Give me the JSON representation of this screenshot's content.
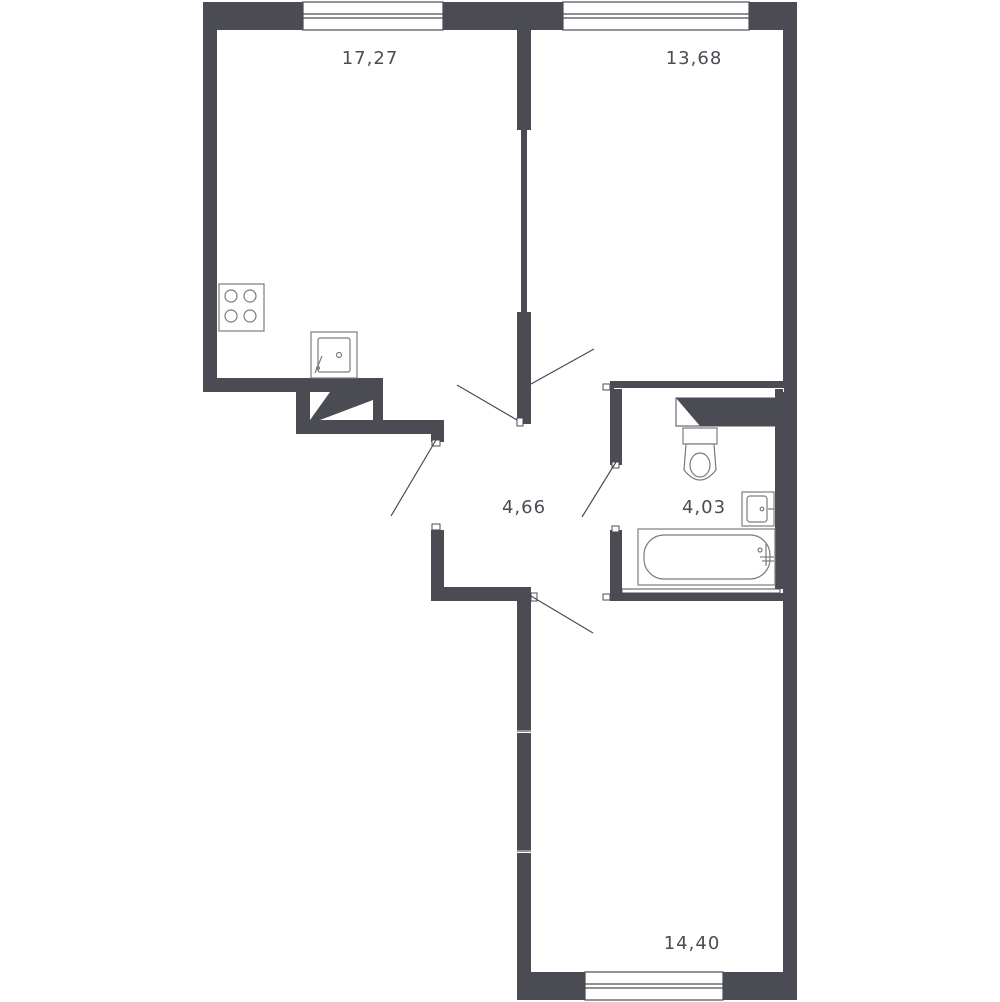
{
  "rooms": [
    {
      "id": "kitchen-living",
      "area": "17,27"
    },
    {
      "id": "bedroom-top",
      "area": "13,68"
    },
    {
      "id": "hallway",
      "area": "4,66"
    },
    {
      "id": "bathroom",
      "area": "4,03"
    },
    {
      "id": "bedroom-bottom",
      "area": "14,40"
    }
  ],
  "colors": {
    "wall": "#4b4c53",
    "background": "#ffffff",
    "fixture": "#7a7b82"
  }
}
